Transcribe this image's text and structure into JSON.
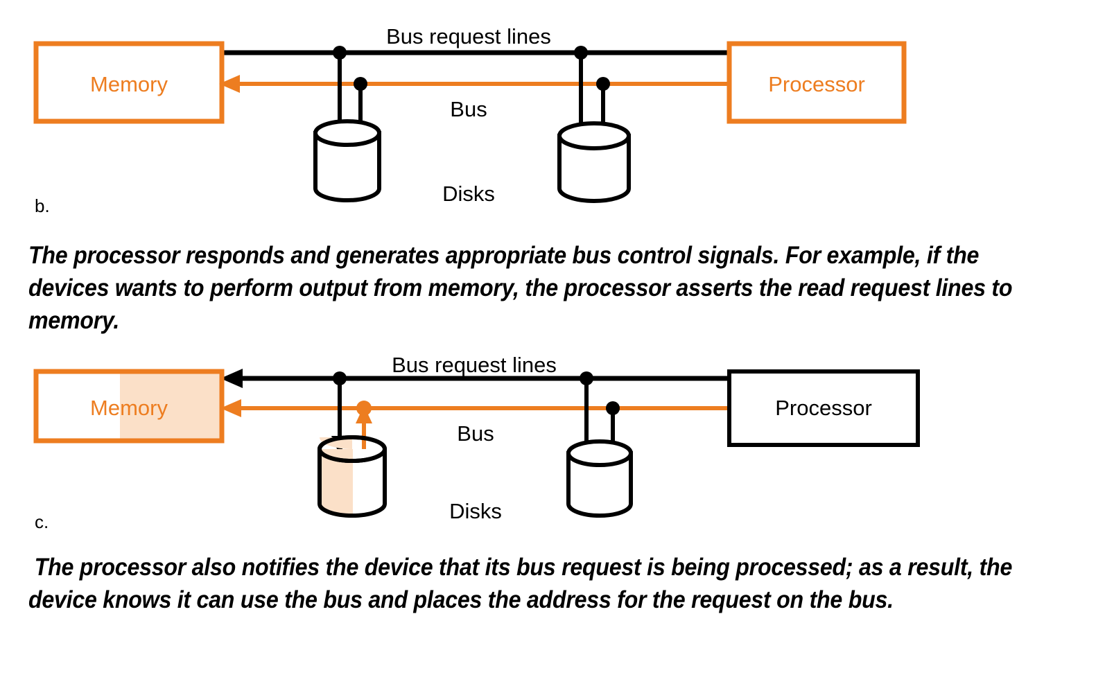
{
  "colors": {
    "orange_stroke": "#ED7D20",
    "orange_fill": "#FBE0C8",
    "black_stroke": "#000000",
    "background": "#FFFFFF"
  },
  "panels": [
    {
      "id": "panel-b",
      "step_label": "b.",
      "nodes": {
        "memory": {
          "label": "Memory",
          "outline_color": "#ED7D20",
          "text_color": "#ED7D20",
          "fill": "none"
        },
        "processor": {
          "label": "Processor",
          "outline_color": "#ED7D20",
          "text_color": "#ED7D20",
          "fill": "none"
        }
      },
      "labels": {
        "bus_request_lines": "Bus request lines",
        "bus": "Bus",
        "disks": "Disks"
      },
      "lines": [
        {
          "name": "bus-request-line",
          "color": "#000000",
          "arrow": "none"
        },
        {
          "name": "bus-line",
          "color": "#ED7D20",
          "arrow": "left-into-memory"
        }
      ],
      "disks_count": 2,
      "disk_fill": "none"
    },
    {
      "id": "panel-c",
      "step_label": "c.",
      "nodes": {
        "memory": {
          "label": "Memory",
          "outline_color": "#ED7D20",
          "text_color": "#ED7D20",
          "fill": "#FBE0C8",
          "fill_side": "right",
          "fill_fraction": 0.55
        },
        "processor": {
          "label": "Processor",
          "outline_color": "#000000",
          "text_color": "#000000",
          "fill": "none"
        }
      },
      "labels": {
        "bus_request_lines": "Bus request lines",
        "bus": "Bus",
        "disks": "Disks"
      },
      "lines": [
        {
          "name": "bus-request-line",
          "color": "#000000",
          "arrow": "left-into-memory"
        },
        {
          "name": "bus-line",
          "color": "#ED7D20",
          "arrow": "left-into-memory"
        }
      ],
      "disks_count": 2,
      "disk_fill": "#FBE0C8",
      "disk_fill_side": "left",
      "drop_arrow_down": {
        "name": "address-down-arrow",
        "color": "#000000"
      },
      "drop_arrow_up": {
        "name": "data-up-arrow",
        "color": "#ED7D20"
      }
    }
  ],
  "captions": {
    "after_b": "The processor responds and generates appropriate bus control signals. For example, if the devices wants to perform output from memory, the processor asserts the read request lines to memory.",
    "after_c": " The processor also notifies the device that its bus request is being processed; as a result, the device knows it can use the bus and places the address for the request on the bus."
  }
}
